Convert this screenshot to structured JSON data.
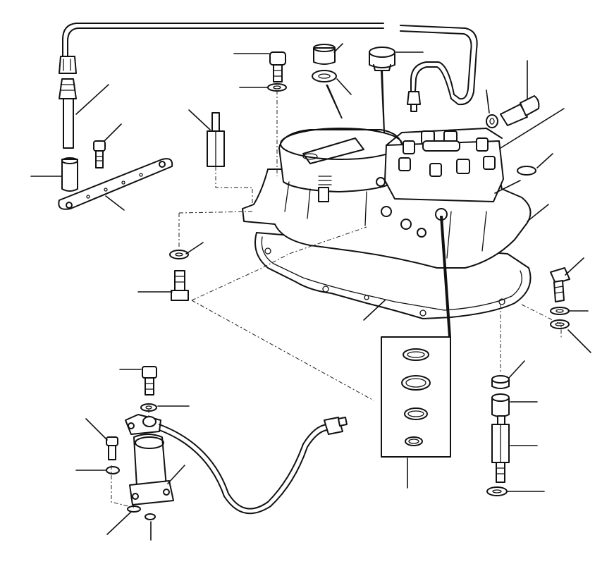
{
  "diagram": {
    "type": "exploded-parts-diagram",
    "background_color": "#ffffff",
    "ink_color": "#111111",
    "callout_count": 34,
    "inset_seal_count": 4
  }
}
